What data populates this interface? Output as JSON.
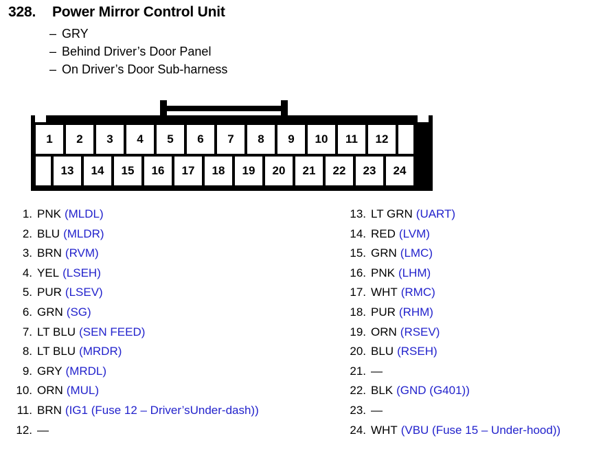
{
  "header": {
    "number": "328.",
    "title": "Power Mirror Control Unit",
    "subtitles": [
      {
        "dash": "–",
        "text": "GRY"
      },
      {
        "dash": "–",
        "text": "Behind Driver’s Door Panel"
      },
      {
        "dash": "–",
        "text": "On Driver’s Door Sub-harness"
      }
    ]
  },
  "connector": {
    "top_row": [
      "1",
      "2",
      "3",
      "4",
      "5",
      "6",
      "7",
      "8",
      "9",
      "10",
      "11",
      "12"
    ],
    "bottom_row": [
      "13",
      "14",
      "15",
      "16",
      "17",
      "18",
      "19",
      "20",
      "21",
      "22",
      "23",
      "24"
    ],
    "top_row_trailing_blank": true,
    "bottom_row_leading_blank": true
  },
  "colors": {
    "signal_blue": "#2222cc",
    "text_black": "#000000",
    "shell_black": "#000000",
    "background": "#ffffff"
  },
  "pins_left": [
    {
      "num": "1.",
      "color": "PNK",
      "signal": "(MLDL)"
    },
    {
      "num": "2.",
      "color": "BLU",
      "signal": "(MLDR)"
    },
    {
      "num": "3.",
      "color": "BRN",
      "signal": "(RVM)"
    },
    {
      "num": "4.",
      "color": "YEL",
      "signal": "(LSEH)"
    },
    {
      "num": "5.",
      "color": "PUR",
      "signal": "(LSEV)"
    },
    {
      "num": "6.",
      "color": "GRN",
      "signal": "(SG)"
    },
    {
      "num": "7.",
      "color": "LT BLU",
      "signal": "(SEN FEED)"
    },
    {
      "num": "8.",
      "color": "LT BLU",
      "signal": "(MRDR)"
    },
    {
      "num": "9.",
      "color": "GRY",
      "signal": "(MRDL)"
    },
    {
      "num": "10.",
      "color": "ORN",
      "signal": "(MUL)"
    },
    {
      "num": "11.",
      "color": "BRN",
      "signal": "(IG1 (Fuse 12 – Driver’sUnder-dash))"
    },
    {
      "num": "12.",
      "color": "—",
      "signal": ""
    }
  ],
  "pins_right": [
    {
      "num": "13.",
      "color": "LT GRN",
      "signal": "(UART)"
    },
    {
      "num": "14.",
      "color": "RED",
      "signal": "(LVM)"
    },
    {
      "num": "15.",
      "color": "GRN",
      "signal": "(LMC)"
    },
    {
      "num": "16.",
      "color": "PNK",
      "signal": "(LHM)"
    },
    {
      "num": "17.",
      "color": "WHT",
      "signal": "(RMC)"
    },
    {
      "num": "18.",
      "color": "PUR",
      "signal": "(RHM)"
    },
    {
      "num": "19.",
      "color": "ORN",
      "signal": "(RSEV)"
    },
    {
      "num": "20.",
      "color": "BLU",
      "signal": "(RSEH)"
    },
    {
      "num": "21.",
      "color": "—",
      "signal": ""
    },
    {
      "num": "22.",
      "color": "BLK",
      "signal": "(GND (G401))"
    },
    {
      "num": "23.",
      "color": "—",
      "signal": ""
    },
    {
      "num": "24.",
      "color": "WHT",
      "signal": "(VBU (Fuse 15 – Under-hood))"
    }
  ]
}
